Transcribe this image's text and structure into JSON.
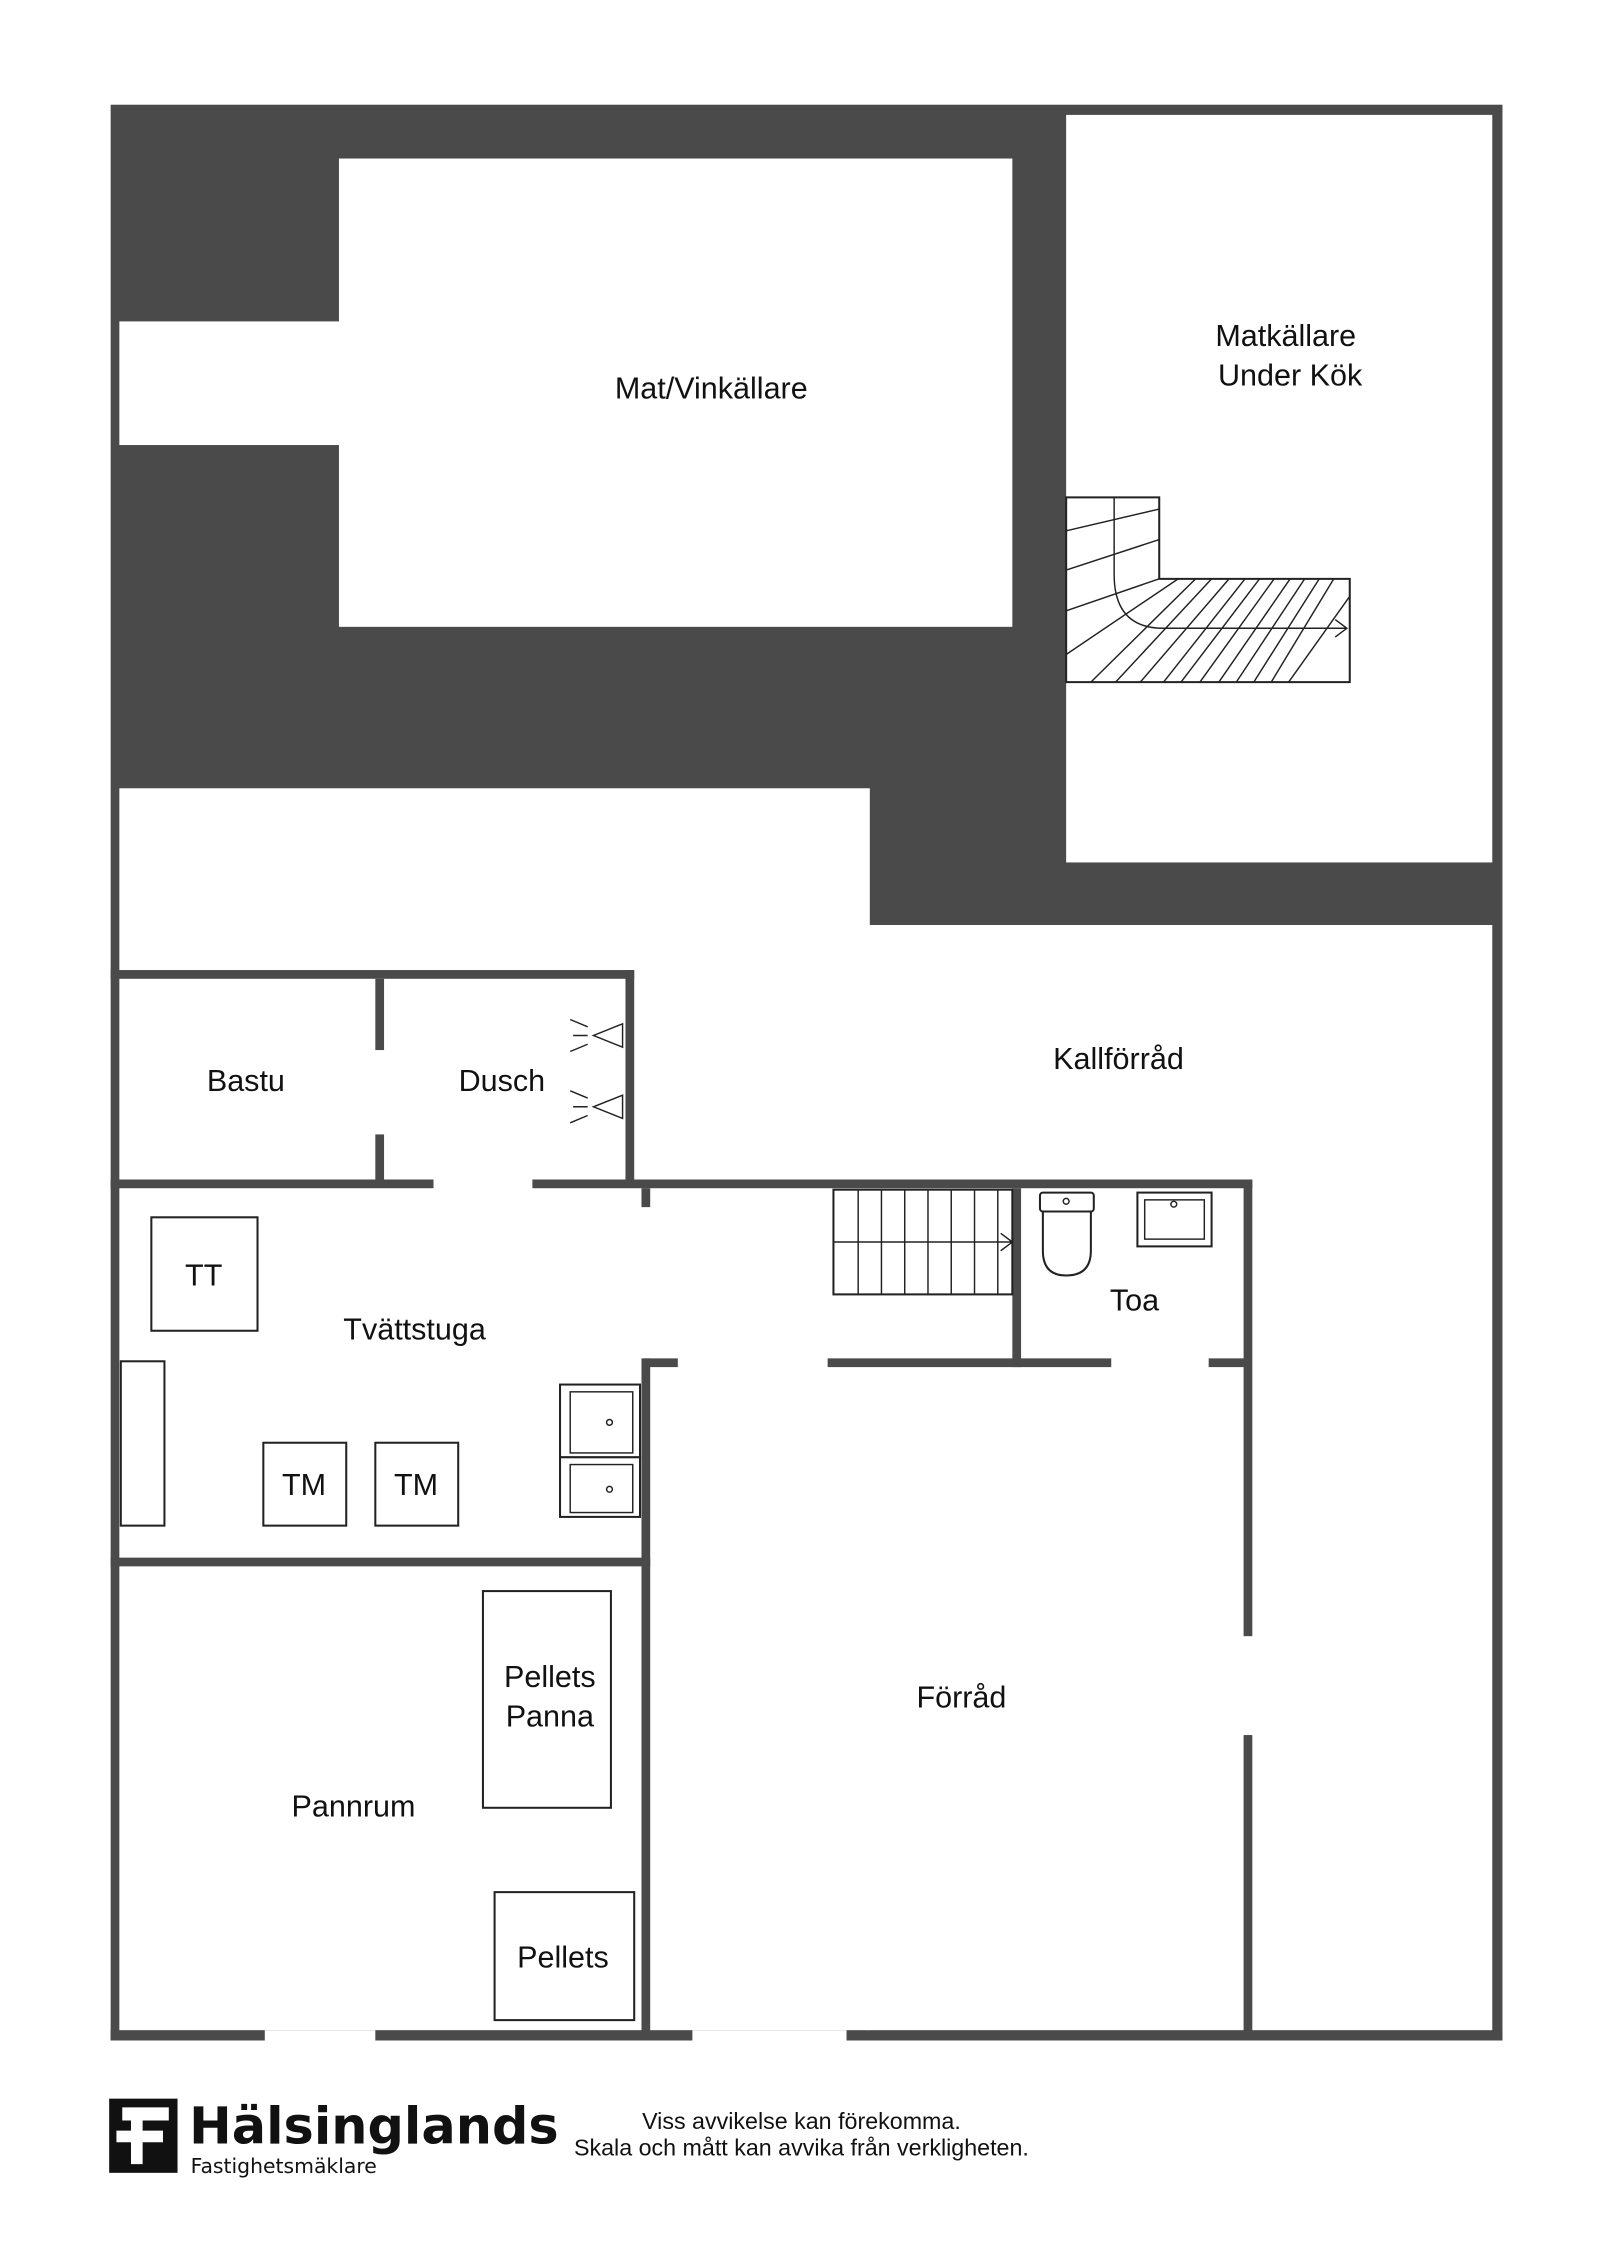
{
  "rooms": {
    "mat_vinkallare": "Mat/Vinkällare",
    "matkallare_line1": "Matkällare",
    "matkallare_line2": "Under Kök",
    "kallforrad": "Kallförråd",
    "bastu": "Bastu",
    "dusch": "Dusch",
    "tvattstuga": "Tvättstuga",
    "toa": "Toa",
    "pannrum": "Pannrum",
    "forrad": "Förråd"
  },
  "fixtures": {
    "tt": "TT",
    "tm1": "TM",
    "tm2": "TM",
    "pellets_panna_line1": "Pellets",
    "pellets_panna_line2": "Panna",
    "pellets": "Pellets"
  },
  "footer": {
    "brand": "Hälsinglands",
    "brand_sub": "Fastighetsmäklare",
    "disclaimer_line1": "Viss avvikelse kan förekomma.",
    "disclaimer_line2": "Skala och mått kan avvika från verkligheten."
  },
  "colors": {
    "wall": "#4a4a4a",
    "background": "#ffffff"
  }
}
